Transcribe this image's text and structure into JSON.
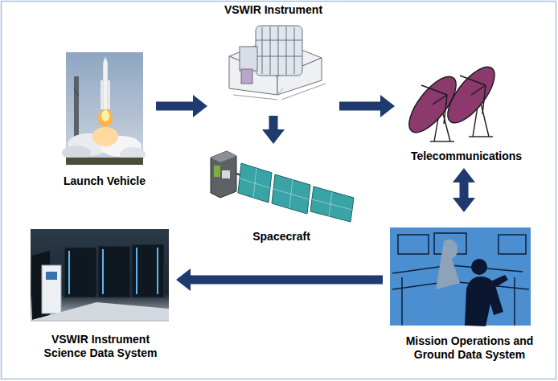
{
  "diagram": {
    "nodes": [
      {
        "text": [
          "VSWIR Instrument"
        ]
      },
      {
        "text": [
          "Launch Vehicle"
        ]
      },
      {
        "text": [
          "Telecommunications"
        ]
      },
      {
        "text": [
          "Spacecraft"
        ]
      },
      {
        "text": [
          "VSWIR Instrument Science Data System"
        ]
      },
      {
        "text": [
          "Mission Operations and Ground Data System"
        ]
      }
    ],
    "edges": [
      {
        "from": 1,
        "to": 0,
        "arrow": "to"
      },
      {
        "from": 0,
        "to": 3,
        "arrow": "to"
      },
      {
        "from": 0,
        "to": 2,
        "arrow": "to"
      },
      {
        "from": 2,
        "to": 5,
        "arrow": "both"
      },
      {
        "from": 5,
        "to": 4,
        "arrow": "to"
      }
    ]
  }
}
